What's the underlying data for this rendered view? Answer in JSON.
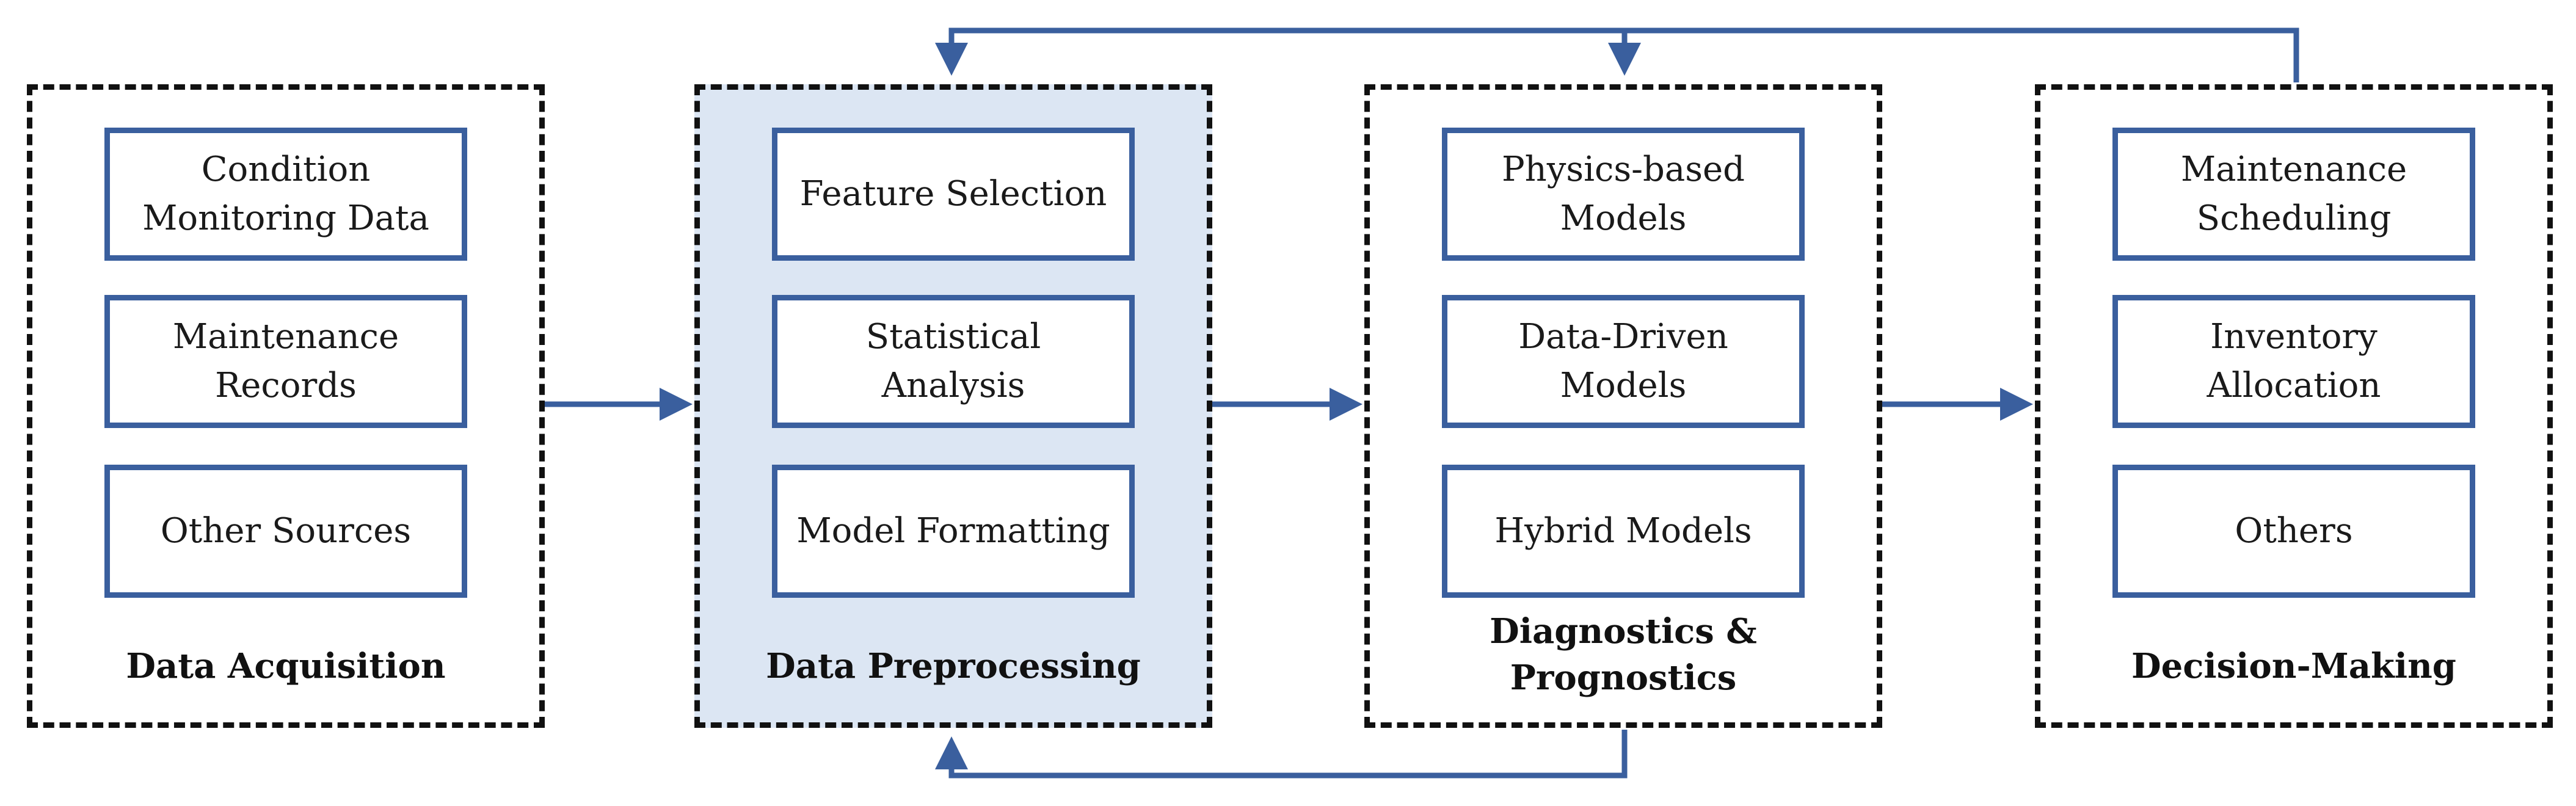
{
  "colors": {
    "stage_border": "#111111",
    "item_border": "#3a5f9e",
    "arrow": "#3a5f9e",
    "highlight_fill": "#dce6f3"
  },
  "stages": [
    {
      "title": "Data Acquisition",
      "highlighted": false,
      "items": [
        "Condition\nMonitoring Data",
        "Maintenance\nRecords",
        "Other Sources"
      ]
    },
    {
      "title": "Data Preprocessing",
      "highlighted": true,
      "items": [
        "Feature Selection",
        "Statistical\nAnalysis",
        "Model Formatting"
      ]
    },
    {
      "title": "Diagnostics &\nPrognostics",
      "highlighted": false,
      "items": [
        "Physics-based\nModels",
        "Data-Driven\nModels",
        "Hybrid Models"
      ]
    },
    {
      "title": "Decision-Making",
      "highlighted": false,
      "items": [
        "Maintenance\nScheduling",
        "Inventory\nAllocation",
        "Others"
      ]
    }
  ]
}
